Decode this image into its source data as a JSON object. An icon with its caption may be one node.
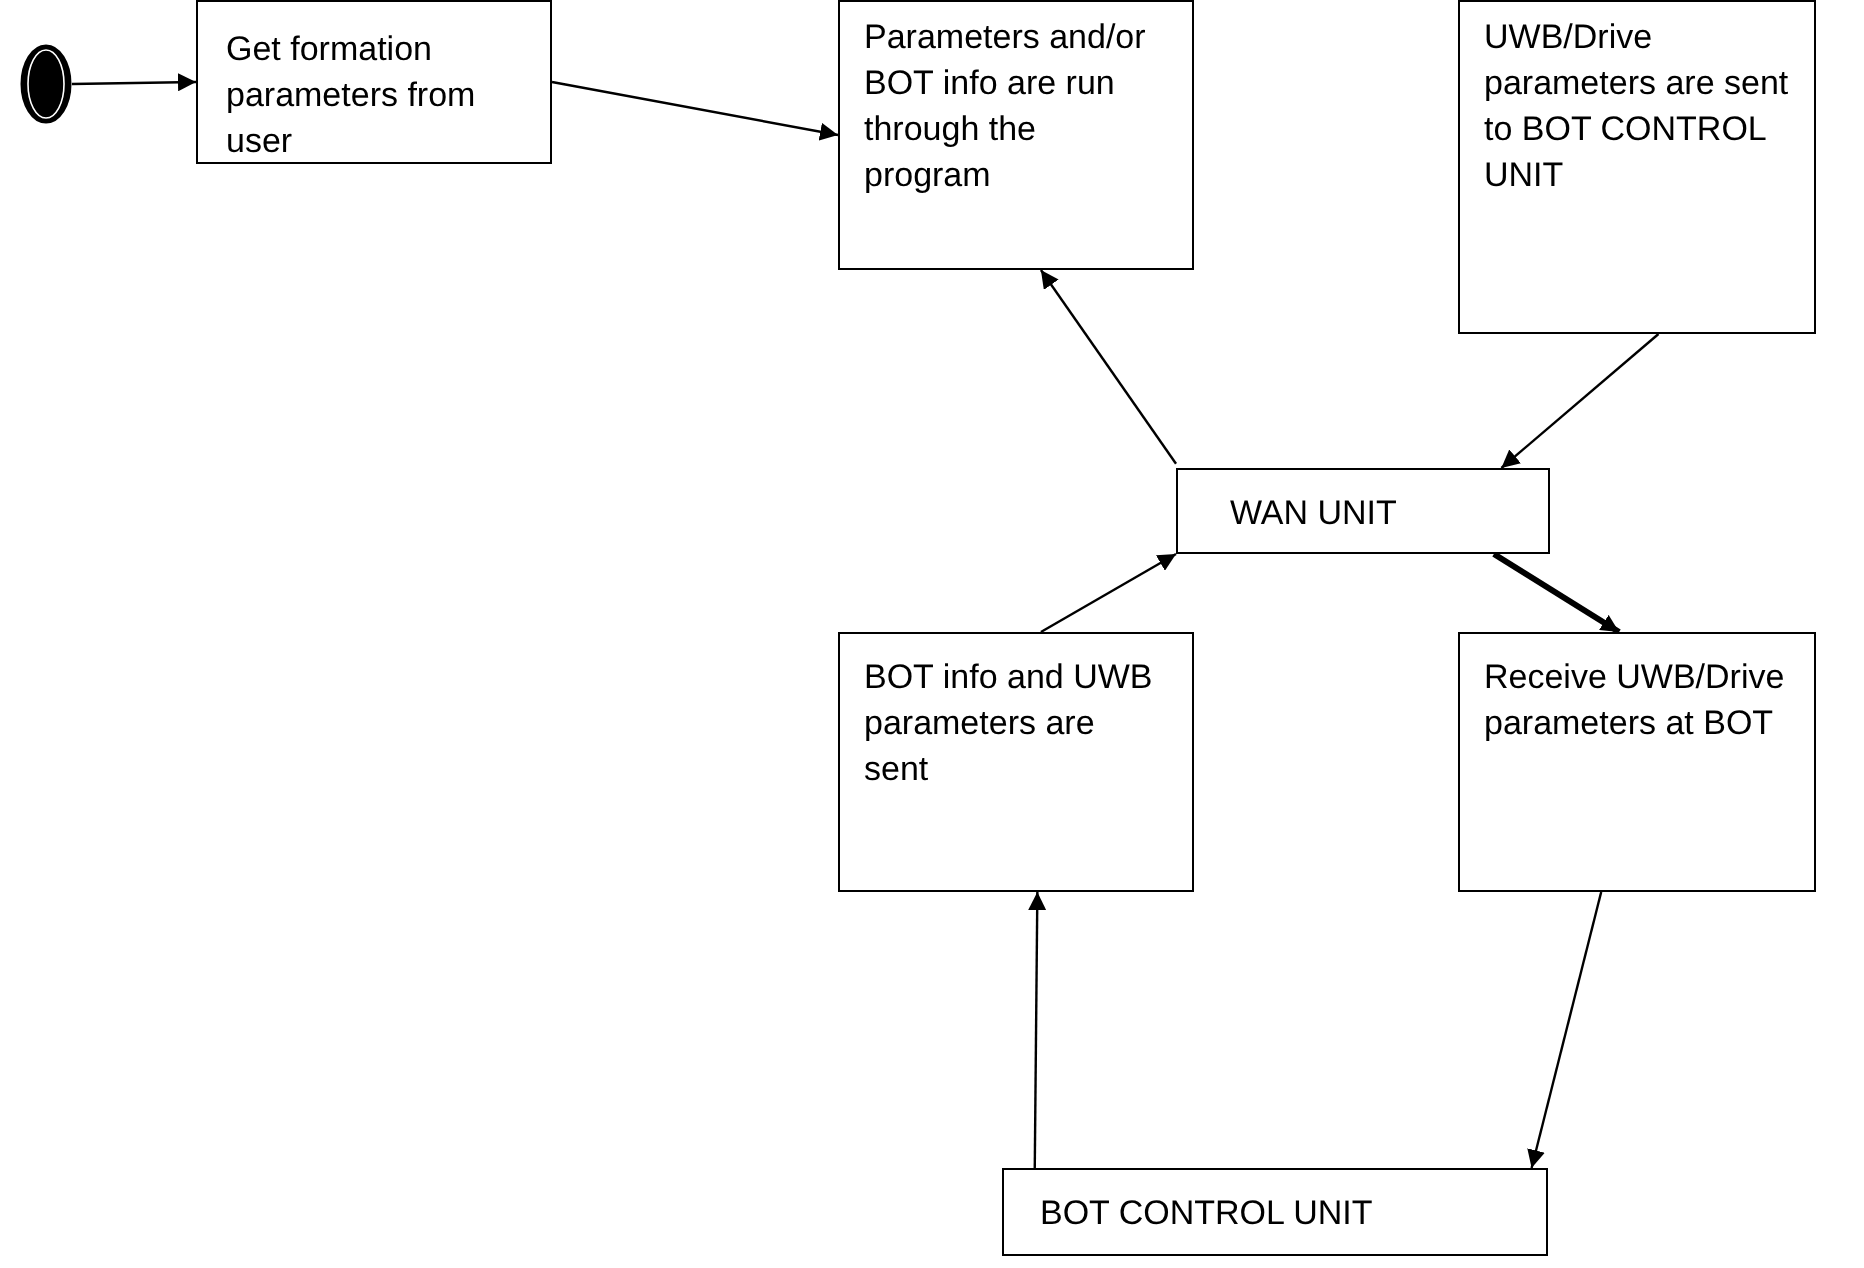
{
  "diagram": {
    "nodes": [
      {
        "text": [],
        "shape": "circle"
      },
      {
        "text": [
          "Get formation parameters from user"
        ]
      },
      {
        "text": [
          "Parameters and/or BOT info are run through the program"
        ]
      },
      {
        "text": [
          "UWB/Drive parameters are sent to BOT CONTROL UNIT"
        ]
      },
      {
        "text": [
          "WAN UNIT"
        ]
      },
      {
        "text": [
          "BOT info and UWB parameters are sent"
        ]
      },
      {
        "text": [
          "Receive UWB/Drive parameters at BOT"
        ]
      },
      {
        "text": [
          "BOT CONTROL UNIT"
        ]
      }
    ],
    "edges": [
      {
        "from": 0,
        "to": 1,
        "arrow": "to"
      },
      {
        "from": 1,
        "to": 2,
        "arrow": "to"
      },
      {
        "from": 4,
        "to": 2,
        "arrow": "to"
      },
      {
        "from": 3,
        "to": 4,
        "arrow": "to"
      },
      {
        "from": 5,
        "to": 4,
        "arrow": "to"
      },
      {
        "from": 4,
        "to": 6,
        "arrow": "to",
        "style": "thick"
      },
      {
        "from": 7,
        "to": 5,
        "arrow": "to"
      },
      {
        "from": 6,
        "to": 7,
        "arrow": "to"
      }
    ]
  }
}
